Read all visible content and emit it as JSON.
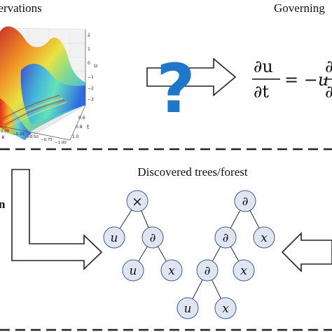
{
  "top_panel": {
    "observations_label": "Observations",
    "governing_label": "Governing",
    "question_mark": "?",
    "equation": {
      "lhs_num": "∂u",
      "lhs_den": "∂t",
      "rhs": "= −u",
      "rhs_partial_num": "∂",
      "rhs_partial_den": "∂"
    },
    "plot": {
      "z_ticks": [
        "2",
        "1",
        "0",
        "−1",
        "−2",
        "−3"
      ],
      "z_axis_label": "u",
      "t_ticks": [
        "0.6",
        "0.8",
        "1.0"
      ],
      "t_axis_label": "t",
      "x_ticks": [
        "0.00",
        "−0.25",
        "−0.50",
        "−0.75",
        "−1.00"
      ],
      "x_axis_label": "x"
    }
  },
  "bottom_panel": {
    "title": "Discovered trees/forest",
    "left_fragment": "n",
    "tree1": {
      "root": "×",
      "left": "u",
      "right": "∂",
      "right_left": "u",
      "right_right": "x"
    },
    "tree2": {
      "root": "∂",
      "left": "∂",
      "right": "x",
      "left_left": "∂",
      "left_right": "x",
      "lll": "u",
      "llr": "x"
    }
  },
  "colors": {
    "node_fill": "#dfe6f2",
    "node_stroke": "#3b5b8c",
    "question_mark": "#1f77c9",
    "divider": "#222222"
  }
}
